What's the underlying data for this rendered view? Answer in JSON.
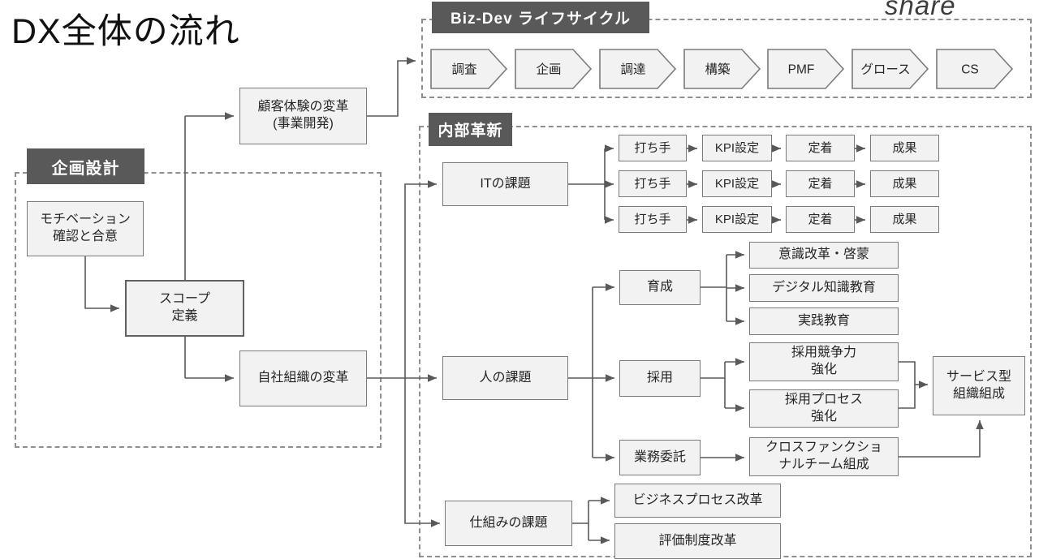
{
  "title": "DX全体の流れ",
  "watermark": "share",
  "colors": {
    "header_bg": "#595959",
    "header_text": "#ffffff",
    "node_bg": "#f2f2f2",
    "node_border": "#7b7b7b",
    "connector": "#595959",
    "dashed_border": "#8f8f8f",
    "background": "#ffffff"
  },
  "sections": {
    "bizdev": {
      "label": "Biz-Dev ライフサイクル",
      "stages": [
        "調査",
        "企画",
        "調達",
        "構築",
        "PMF",
        "グロース",
        "CS"
      ]
    },
    "kikaku": {
      "label": "企画設計"
    },
    "naibu": {
      "label": "内部革新"
    }
  },
  "kpi_flow": {
    "rows": 3,
    "steps": [
      "打ち手",
      "KPI設定",
      "定着",
      "成果"
    ]
  },
  "nodes": {
    "motivation": "モチベーション\n確認と合意",
    "scope": "スコープ\n定義",
    "cx": "顧客体験の変革\n(事業開発)",
    "org": "自社組織の変革",
    "it_issue": "ITの課題",
    "people_issue": "人の課題",
    "system_issue": "仕組みの課題",
    "ikusei": "育成",
    "saiyo": "採用",
    "itaku": "業務委託",
    "ishiki": "意識改革・啓蒙",
    "digital": "デジタル知識教育",
    "jissen": "実践教育",
    "kyoso": "採用競争力\n強化",
    "process": "採用プロセス\n強化",
    "cross": "クロスファンクショ\nナルチーム組成",
    "service": "サービス型\n組織組成",
    "bizprocess": "ビジネスプロセス改革",
    "hyoka": "評価制度改革"
  }
}
